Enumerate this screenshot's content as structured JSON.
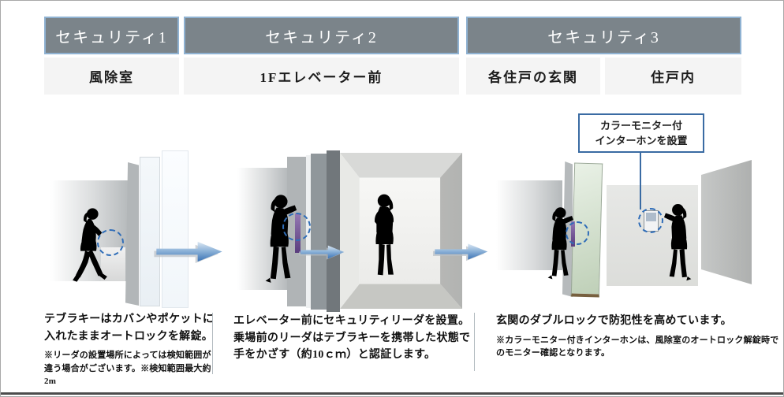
{
  "sections": [
    {
      "header": "セキュリティ1",
      "locations": [
        "風除室"
      ],
      "caption": "テブラキーはカバンやポケットに\n入れたままオートロックを解錠。",
      "note": "※リーダの設置場所によっては検知範囲が\n違う場合がございます。※検知範囲最大約\n2m"
    },
    {
      "header": "セキュリティ2",
      "locations": [
        "1Fエレベーター前"
      ],
      "caption": "エレベーター前にセキュリティリーダを設置。\n乗場前のリーダはテブラキーを携帯した状態で\n手をかざす（約10ｃｍ）と認証します。",
      "note": ""
    },
    {
      "header": "セキュリティ3",
      "locations": [
        "各住戸の玄関",
        "住戸内"
      ],
      "caption": "玄関のダブルロックで防犯性を高めています。",
      "note": "※カラーモニター付きインターホンは、風除室のオートロック解錠時で\nのモニター確認となります。"
    }
  ],
  "callout": {
    "text": "カラーモニター付\nインターホンを設置"
  },
  "icons": {
    "flow_arrow": "blue 3d right-arrow",
    "detection_circle": "blue dashed circle",
    "reader_device": "purple key-reader strip",
    "intercom": "wall-mounted color monitor intercom",
    "person": "black human silhouette"
  },
  "colors": {
    "header_bar": "#7b848a",
    "header_border": "#8fb2d2",
    "label_bg": "#f4f4f4",
    "accent_blue": "#2f6db8",
    "callout_border": "#3a6ba3",
    "arrow_blue": "#3a72b4",
    "reader_purple": "#7a5ba1",
    "door_green": "#cfe0c8"
  }
}
